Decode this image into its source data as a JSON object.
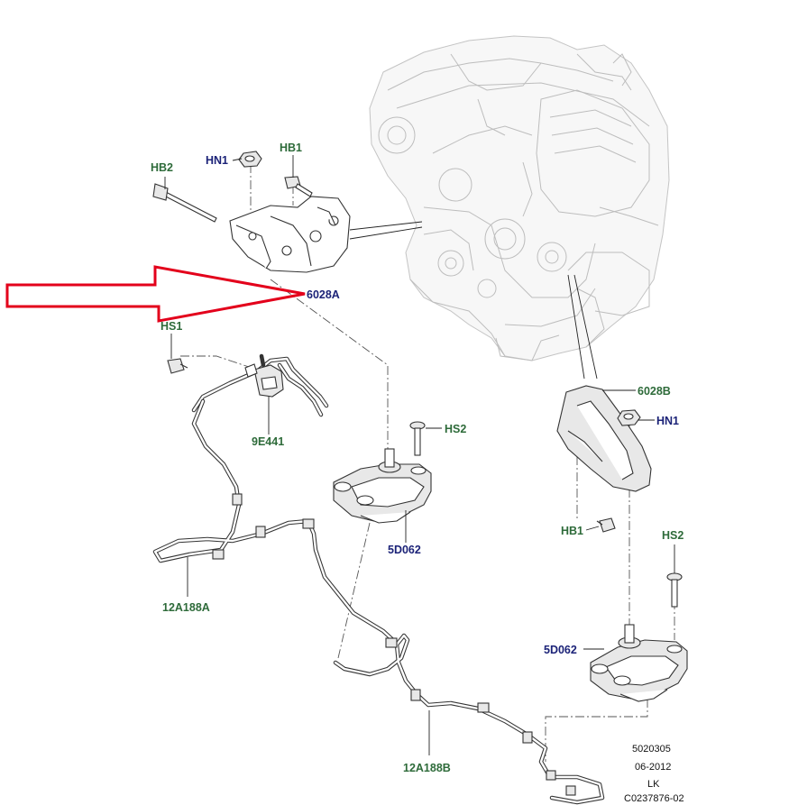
{
  "labels": {
    "hb2": "HB2",
    "hn1_top": "HN1",
    "hb1_top": "HB1",
    "p6028a": "6028A",
    "hs1": "HS1",
    "p9e441": "9E441",
    "hs2_mid": "HS2",
    "p5d062_mid": "5D062",
    "p12a188a": "12A188A",
    "p12a188b": "12A188B",
    "p6028b": "6028B",
    "hn1_right": "HN1",
    "hb1_right": "HB1",
    "hs2_right": "HS2",
    "p5d062_right": "5D062"
  },
  "footer": {
    "code": "5020305",
    "date": "06-2012",
    "initials": "LK",
    "ref": "C0237876-02"
  },
  "colors": {
    "label_green": "#2e6b3a",
    "label_navy": "#1c2378",
    "arrow_red": "#e3001b"
  },
  "icons": {
    "pointer": "red-outline-arrow"
  }
}
